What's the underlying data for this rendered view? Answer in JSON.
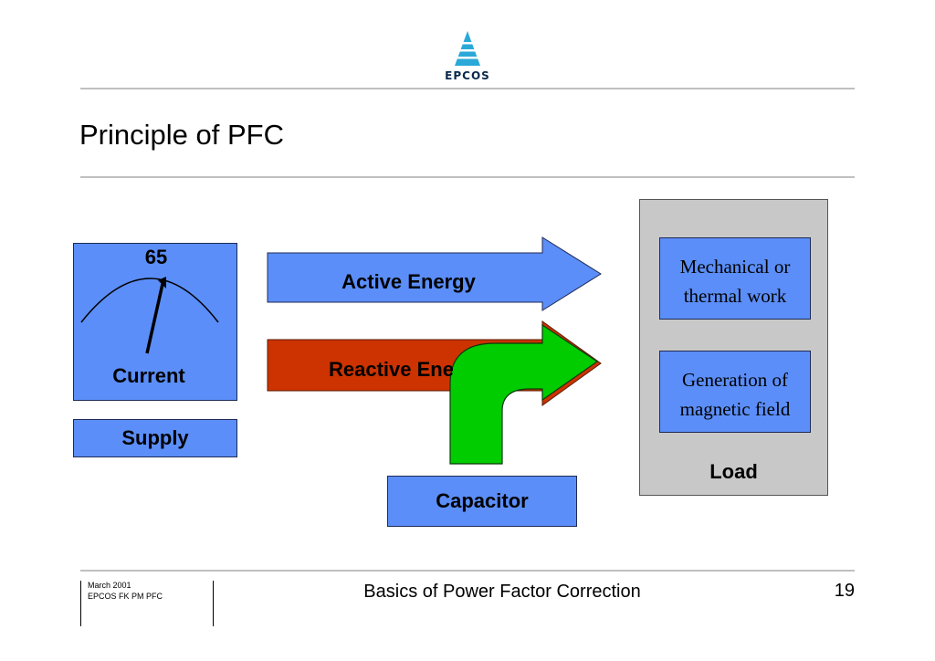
{
  "logo": {
    "text": "EPCOS"
  },
  "title": "Principle of PFC",
  "supply": {
    "meter_value": "65",
    "meter_label": "Current",
    "label": "Supply"
  },
  "arrows": {
    "active_label": "Active Energy",
    "reactive_label": "Reactive Energy"
  },
  "capacitor": {
    "label": "Capacitor"
  },
  "load": {
    "box1_line1": "Mechanical or",
    "box1_line2": "thermal work",
    "box2_line1": "Generation of",
    "box2_line2": "magnetic field",
    "label": "Load"
  },
  "footer": {
    "date": "March 2001",
    "dept": "EPCOS FK PM PFC",
    "center": "Basics of Power Factor Correction",
    "page": "19"
  },
  "colors": {
    "blue": "#5b8ef8",
    "red": "#cc3300",
    "green": "#00cc00",
    "load_gray": "#c8c8c8"
  }
}
